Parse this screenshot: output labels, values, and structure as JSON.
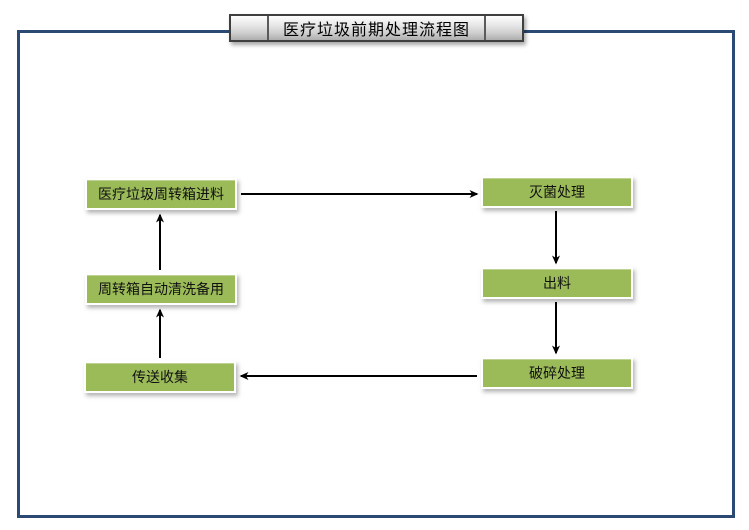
{
  "title_bar": {
    "title": "医疗垃圾前期处理流程图"
  },
  "flowchart": {
    "nodes": [
      {
        "id": "feed",
        "label": "医疗垃圾周转箱进料"
      },
      {
        "id": "sterilize",
        "label": "灭菌处理"
      },
      {
        "id": "discharge",
        "label": "出料"
      },
      {
        "id": "crush",
        "label": "破碎处理"
      },
      {
        "id": "collect",
        "label": "传送收集"
      },
      {
        "id": "clean",
        "label": "周转箱自动清洗备用"
      }
    ],
    "edges": [
      {
        "from": "医疗垃圾周转箱进料",
        "to": "灭菌处理",
        "direction": "right"
      },
      {
        "from": "灭菌处理",
        "to": "出料",
        "direction": "down"
      },
      {
        "from": "出料",
        "to": "破碎处理",
        "direction": "down"
      },
      {
        "from": "破碎处理",
        "to": "传送收集",
        "direction": "left"
      },
      {
        "from": "传送收集",
        "to": "周转箱自动清洗备用",
        "direction": "up"
      },
      {
        "from": "周转箱自动清洗备用",
        "to": "医疗垃圾周转箱进料",
        "direction": "up"
      }
    ],
    "colors": {
      "node_fill": "#9bbb59",
      "node_border": "#ffffff",
      "arrow": "#000000",
      "frame_border": "#2a4a74",
      "title_bar_border": "#3f3f3f"
    }
  }
}
